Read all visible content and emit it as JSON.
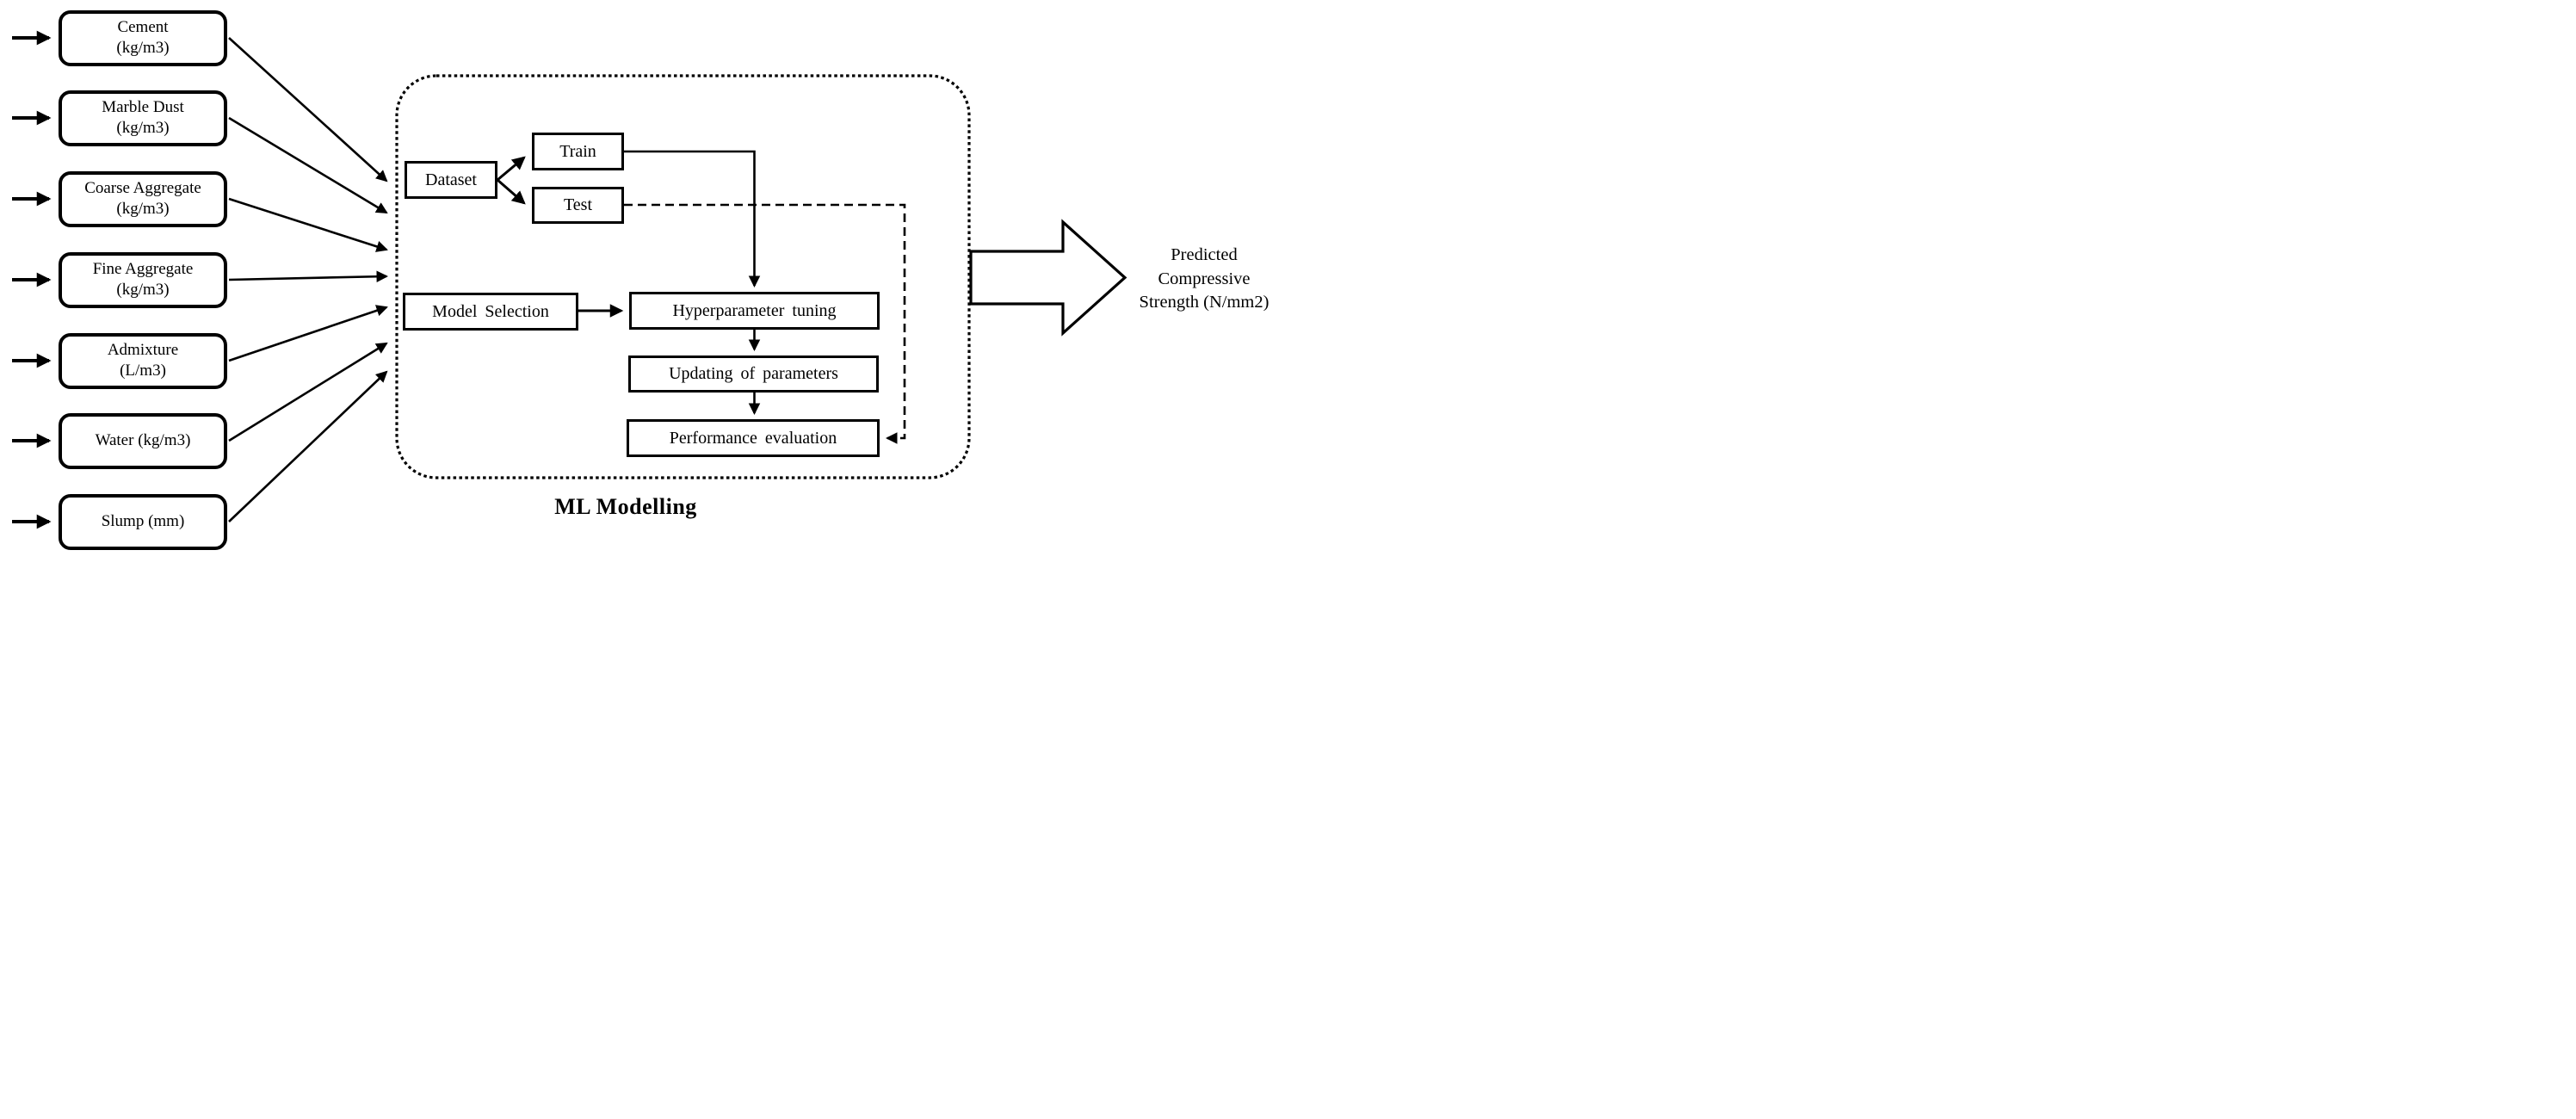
{
  "diagram": {
    "inputs": [
      {
        "line1": "Cement",
        "line2": "(kg/m3)"
      },
      {
        "line1": "Marble Dust",
        "line2": "(kg/m3)"
      },
      {
        "line1": "Coarse Aggregate",
        "line2": "(kg/m3)"
      },
      {
        "line1": "Fine Aggregate",
        "line2": "(kg/m3)"
      },
      {
        "line1": "Admixture",
        "line2": "(L/m3)"
      },
      {
        "line1": "Water (kg/m3)",
        "line2": ""
      },
      {
        "line1": "Slump (mm)",
        "line2": ""
      }
    ],
    "ml": {
      "dataset": "Dataset",
      "train": "Train",
      "test": "Test",
      "model_selection": "Model Selection",
      "hyperparameter_tuning": "Hyperparameter tuning",
      "updating_parameters": "Updating of parameters",
      "performance_evaluation": "Performance evaluation",
      "title": "ML Modelling"
    },
    "output": {
      "line1": "Predicted",
      "line2": "Compressive",
      "line3": "Strength (N/mm2)"
    },
    "colors": {
      "ink": "#000000",
      "background": "#ffffff"
    }
  }
}
